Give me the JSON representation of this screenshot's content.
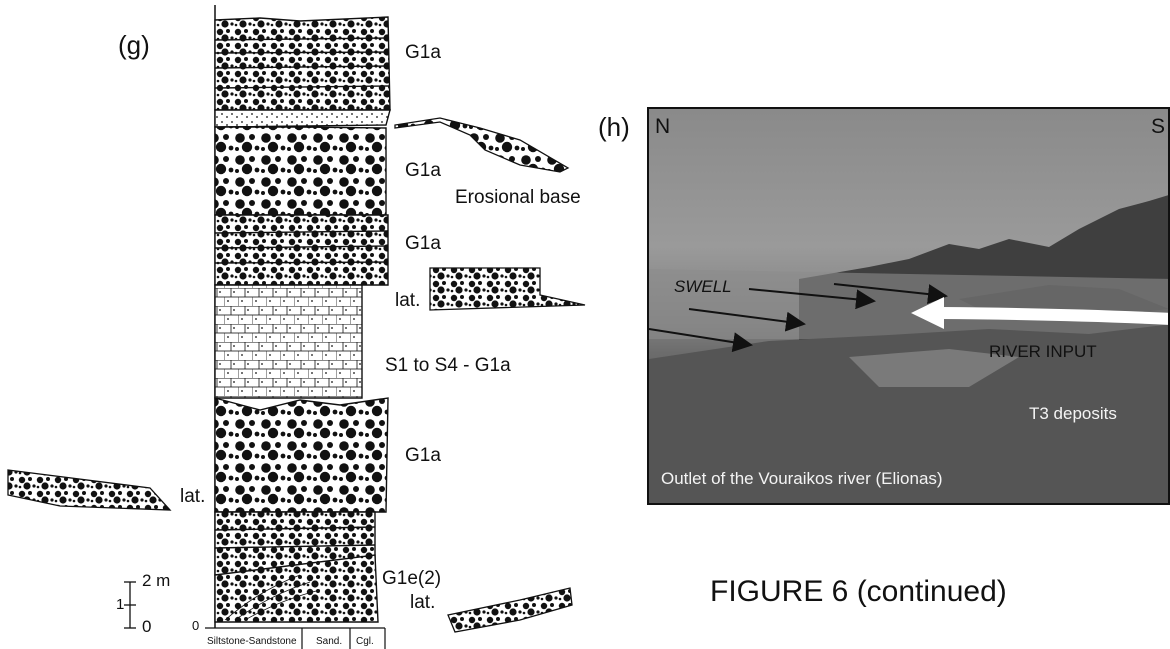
{
  "panel_g": {
    "panel_label": "(g)",
    "facies_labels": [
      "G1a",
      "G1a",
      "G1a",
      "S1 to S4 - G1a",
      "G1a",
      "G1e(2)"
    ],
    "lateral_labels": [
      "lat.",
      "lat.",
      "lat."
    ],
    "erosional_base": "Erosional base",
    "scale": {
      "top": "2 m",
      "mid": "1",
      "bottom": "0"
    },
    "grain_axis": {
      "zero": "0",
      "col1": "Siltstone-Sandstone",
      "col2": "Sand.",
      "col3": "Cgl."
    }
  },
  "panel_h": {
    "panel_label": "(h)",
    "north": "N",
    "south": "S",
    "swell": "SWELL",
    "river_input": "RIVER INPUT",
    "deposits": "T3 deposits",
    "caption": "Outlet of the Vouraikos river (Elionas)"
  },
  "figure_caption": "FIGURE 6 (continued)"
}
